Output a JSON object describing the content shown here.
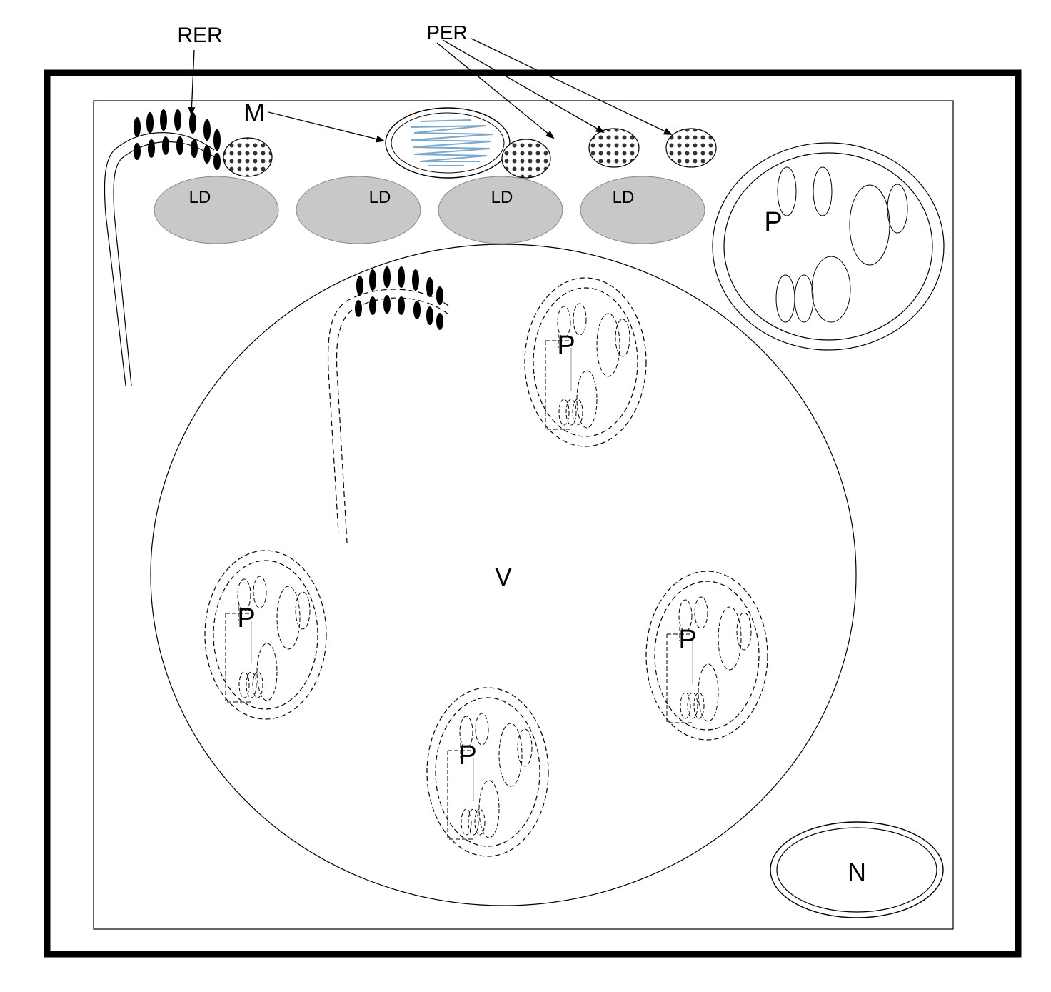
{
  "labels": {
    "rer": "RER",
    "per": "PER",
    "mito": "M",
    "lipid": "LD",
    "plastid": "P",
    "vacuole": "V",
    "nucleus": "N"
  },
  "colors": {
    "stroke": "#000000",
    "lipid_fill": "#c8c8c8",
    "mito_cristae": "#7da8cc",
    "background": "#ffffff"
  },
  "icons": {
    "ribosome": "black-ellipse",
    "peroxisome": "dotted-disc",
    "plastid": "double-membrane-oval"
  }
}
